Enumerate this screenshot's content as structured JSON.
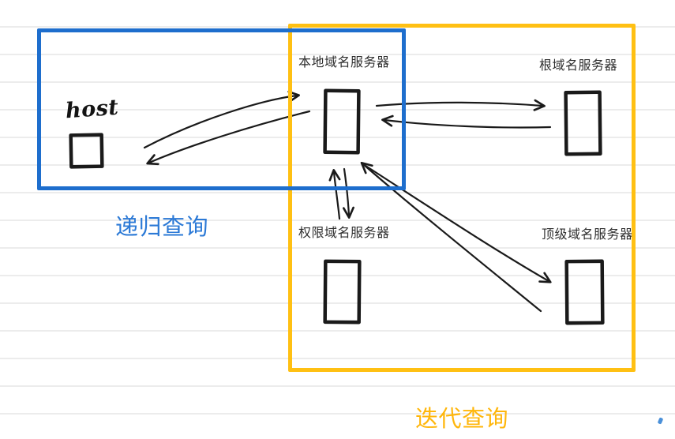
{
  "nodes": {
    "host": {
      "label": "host"
    },
    "local_dns": {
      "label": "本地域名服务器"
    },
    "root_dns": {
      "label": "根域名服务器"
    },
    "authoritative_dns": {
      "label": "权限域名服务器"
    },
    "tld_dns": {
      "label": "顶级域名服务器"
    }
  },
  "regions": {
    "recursive": {
      "label": "递归查询",
      "outline_color": "#1e6ecd",
      "label_color": "#2b79d6"
    },
    "iterative": {
      "label": "迭代查询",
      "outline_color": "#ffc013",
      "label_color": "#ffb60a"
    }
  },
  "colors": {
    "background": "#ffffff",
    "ruled_line": "#ececec",
    "ink": "#1a1a1a",
    "node_label": "#2e2e2e",
    "stray_mark": "#4a90d9"
  }
}
